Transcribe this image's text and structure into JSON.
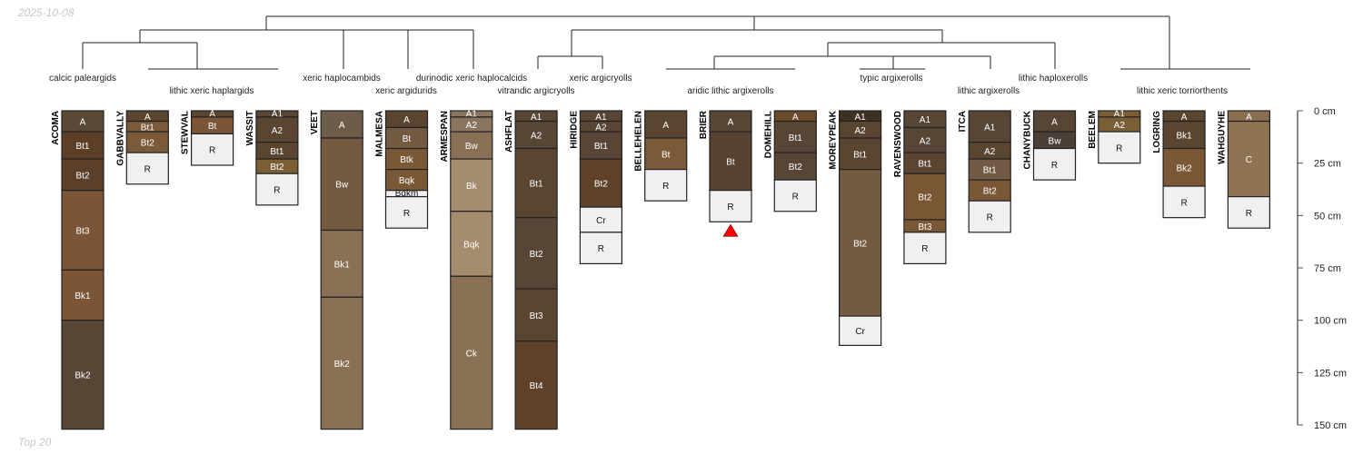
{
  "date": "2025-10-08",
  "footer": "Top 20",
  "depth_axis": {
    "max_cm": 150,
    "ticks": [
      {
        "value": 0,
        "label": "0 cm"
      },
      {
        "value": 25,
        "label": "25 cm"
      },
      {
        "value": 50,
        "label": "50 cm"
      },
      {
        "value": 75,
        "label": "75 cm"
      },
      {
        "value": 100,
        "label": "100 cm"
      },
      {
        "value": 125,
        "label": "125 cm"
      },
      {
        "value": 150,
        "label": "150 cm"
      }
    ]
  },
  "taxa": [
    "calcic paleargids",
    "lithic xeric haplargids",
    "xeric haplocambids",
    "durinodic xeric haplocalcids",
    "xeric argidurids",
    "vitrandic argicryolls",
    "xeric argicryolls",
    "aridic lithic argixerolls",
    "typic argixerolls",
    "lithic argixerolls",
    "lithic haploxerolls",
    "lithic xeric torriorthents"
  ],
  "profiles": [
    {
      "name": "ACOMA",
      "horizons": [
        [
          "A",
          0,
          10,
          "#5a4a35"
        ],
        [
          "Bt1",
          10,
          23,
          "#5c3f28"
        ],
        [
          "Bt2",
          23,
          38,
          "#5c3f28"
        ],
        [
          "Bt3",
          38,
          76,
          "#7b5535"
        ],
        [
          "Bk1",
          76,
          100,
          "#7b5535"
        ],
        [
          "Bk2",
          100,
          152,
          "#574535"
        ]
      ]
    },
    {
      "name": "GABBVALLY",
      "horizons": [
        [
          "A",
          0,
          5,
          "#5a4630"
        ],
        [
          "Bt1",
          5,
          10,
          "#7a5a38"
        ],
        [
          "Bt2",
          10,
          20,
          "#7a5a38"
        ],
        [
          "R",
          20,
          35,
          "#f0f0f0"
        ]
      ]
    },
    {
      "name": "STEWVAL",
      "horizons": [
        [
          "A",
          0,
          3,
          "#5a4630"
        ],
        [
          "Bt",
          3,
          11,
          "#7b5535"
        ],
        [
          "R",
          11,
          26,
          "#f0f0f0"
        ]
      ]
    },
    {
      "name": "WASSIT",
      "horizons": [
        [
          "A1",
          0,
          3,
          "#574636"
        ],
        [
          "A2",
          3,
          15,
          "#5a4630"
        ],
        [
          "Bt1",
          15,
          23,
          "#5a4630"
        ],
        [
          "Bt2",
          23,
          30,
          "#7a5e36"
        ],
        [
          "R",
          30,
          45,
          "#f0f0f0"
        ]
      ]
    },
    {
      "name": "VEET",
      "horizons": [
        [
          "A",
          0,
          13,
          "#6e5c4a"
        ],
        [
          "Bw",
          13,
          57,
          "#735a40"
        ],
        [
          "Bk1",
          57,
          89,
          "#8a7155"
        ],
        [
          "Bk2",
          89,
          152,
          "#8a7155"
        ]
      ]
    },
    {
      "name": "MALMESA",
      "horizons": [
        [
          "A",
          0,
          8,
          "#5a4630"
        ],
        [
          "Bt",
          8,
          18,
          "#735a40"
        ],
        [
          "Btk",
          18,
          28,
          "#7a5836"
        ],
        [
          "Bqk",
          28,
          38,
          "#7a5836"
        ],
        [
          "Bqkm",
          38,
          41,
          "#f0f0f0"
        ],
        [
          "R",
          41,
          56,
          "#f0f0f0"
        ]
      ]
    },
    {
      "name": "ARMESPAN",
      "horizons": [
        [
          "A1",
          0,
          3,
          "#8a7560"
        ],
        [
          "A2",
          3,
          10,
          "#8a7560"
        ],
        [
          "Bw",
          10,
          23,
          "#8a7155"
        ],
        [
          "Bk",
          23,
          48,
          "#a58c6e"
        ],
        [
          "Bqk",
          48,
          79,
          "#a58c6e"
        ],
        [
          "Ck",
          79,
          152,
          "#8a7155"
        ]
      ]
    },
    {
      "name": "ASHFLAT",
      "horizons": [
        [
          "A1",
          0,
          5,
          "#574636"
        ],
        [
          "A2",
          5,
          18,
          "#574636"
        ],
        [
          "Bt1",
          18,
          51,
          "#5a4630"
        ],
        [
          "Bt2",
          51,
          85,
          "#574536"
        ],
        [
          "Bt3",
          85,
          110,
          "#5a4630"
        ],
        [
          "Bt4",
          110,
          152,
          "#5e4128"
        ]
      ]
    },
    {
      "name": "HIRIDGE",
      "horizons": [
        [
          "A1",
          0,
          5,
          "#574636"
        ],
        [
          "A2",
          5,
          10,
          "#574636"
        ],
        [
          "Bt1",
          10,
          23,
          "#574636"
        ],
        [
          "Bt2",
          23,
          46,
          "#5e4128"
        ],
        [
          "Cr",
          46,
          58,
          "#f0f0f0"
        ],
        [
          "R",
          58,
          73,
          "#f0f0f0"
        ]
      ]
    },
    {
      "name": "BELLEHELEN",
      "horizons": [
        [
          "A",
          0,
          13,
          "#5a4630"
        ],
        [
          "Bt",
          13,
          28,
          "#7a5a38"
        ],
        [
          "R",
          28,
          43,
          "#f0f0f0"
        ]
      ]
    },
    {
      "name": "BRIER",
      "marker": "red-triangle",
      "horizons": [
        [
          "A",
          0,
          10,
          "#574636"
        ],
        [
          "Bt",
          10,
          38,
          "#574130"
        ],
        [
          "R",
          38,
          53,
          "#f0f0f0"
        ]
      ]
    },
    {
      "name": "DOMEHILL",
      "horizons": [
        [
          "A",
          0,
          5,
          "#6a4a2a"
        ],
        [
          "Bt1",
          5,
          20,
          "#574636"
        ],
        [
          "Bt2",
          20,
          33,
          "#574636"
        ],
        [
          "R",
          33,
          48,
          "#f0f0f0"
        ]
      ]
    },
    {
      "name": "MOREYPEAK",
      "horizons": [
        [
          "A1",
          0,
          5,
          "#3e3022"
        ],
        [
          "A2",
          5,
          13,
          "#5a4630"
        ],
        [
          "Bt1",
          13,
          28,
          "#5a4630"
        ],
        [
          "Bt2",
          28,
          98,
          "#735a40"
        ],
        [
          "Cr",
          98,
          112,
          "#f0f0f0"
        ]
      ]
    },
    {
      "name": "RAVENSWOOD",
      "horizons": [
        [
          "A1",
          0,
          8,
          "#574636"
        ],
        [
          "A2",
          8,
          20,
          "#574636"
        ],
        [
          "Bt1",
          20,
          30,
          "#5a4630"
        ],
        [
          "Bt2",
          30,
          52,
          "#7a5836"
        ],
        [
          "Bt3",
          52,
          58,
          "#7a5836"
        ],
        [
          "R",
          58,
          73,
          "#f0f0f0"
        ]
      ]
    },
    {
      "name": "ITCA",
      "horizons": [
        [
          "A1",
          0,
          15,
          "#574636"
        ],
        [
          "A2",
          15,
          23,
          "#5a4630"
        ],
        [
          "Bt1",
          23,
          33,
          "#735a45"
        ],
        [
          "Bt2",
          33,
          43,
          "#7a5836"
        ],
        [
          "R",
          43,
          58,
          "#f0f0f0"
        ]
      ]
    },
    {
      "name": "CHANYBUCK",
      "horizons": [
        [
          "A",
          0,
          10,
          "#574636"
        ],
        [
          "Bw",
          10,
          18,
          "#4a4038"
        ],
        [
          "R",
          18,
          33,
          "#f0f0f0"
        ]
      ]
    },
    {
      "name": "BEELEM",
      "horizons": [
        [
          "A1",
          0,
          3,
          "#7a5e36"
        ],
        [
          "A2",
          3,
          10,
          "#7a5e36"
        ],
        [
          "R",
          10,
          25,
          "#f0f0f0"
        ]
      ]
    },
    {
      "name": "LOGRING",
      "horizons": [
        [
          "A",
          0,
          5,
          "#5a4630"
        ],
        [
          "Bk1",
          5,
          18,
          "#5a4630"
        ],
        [
          "Bk2",
          18,
          36,
          "#7a5836"
        ],
        [
          "R",
          36,
          51,
          "#f0f0f0"
        ]
      ]
    },
    {
      "name": "WAHGUYHE",
      "horizons": [
        [
          "A",
          0,
          5,
          "#8a6e50"
        ],
        [
          "C",
          5,
          41,
          "#8f7352"
        ],
        [
          "R",
          41,
          56,
          "#f0f0f0"
        ]
      ]
    }
  ]
}
